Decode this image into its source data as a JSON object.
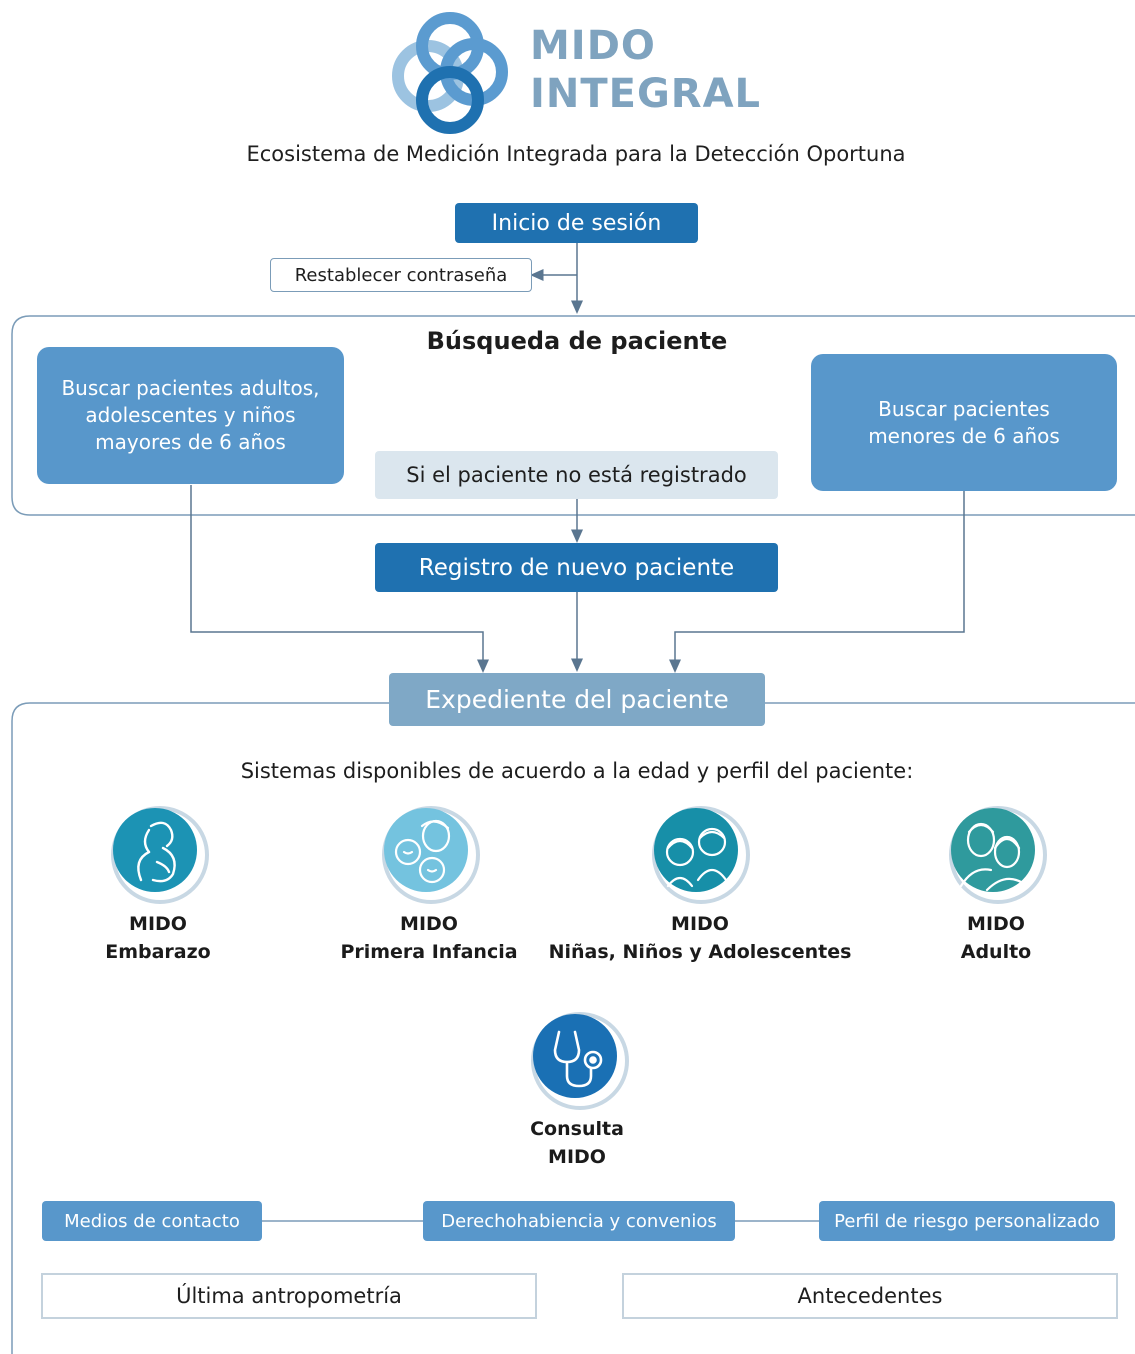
{
  "logo": {
    "name_line1": "MIDO",
    "name_line2": "INTEGRAL",
    "colors": {
      "light": "#9cc3e1",
      "mid": "#5b9bd0",
      "dark": "#1f71b0",
      "text": "#7fa3bf"
    }
  },
  "tagline": "Ecosistema de Medición Integrada para la Detección Oportuna",
  "flow": {
    "login": "Inicio de sesión",
    "reset_password": "Restablecer contraseña",
    "search": {
      "title": "Búsqueda de paciente",
      "adults": "Buscar pacientes adultos, adolescentes y niños mayores de 6 años",
      "children": "Buscar pacientes menores de 6 años",
      "not_registered": "Si el paciente no está registrado"
    },
    "register": "Registro de nuevo paciente",
    "record": "Expediente del paciente"
  },
  "systems": {
    "intro": "Sistemas disponibles de acuerdo a la edad y perfil del paciente:",
    "items": [
      {
        "line1": "MIDO",
        "line2": "Embarazo",
        "icon": "pregnancy-icon",
        "color": "#1c93b4"
      },
      {
        "line1": "MIDO",
        "line2": "Primera Infancia",
        "icon": "early-childhood-icon",
        "color": "#74c3df"
      },
      {
        "line1": "MIDO",
        "line2": "Niñas, Niños y Adolescentes",
        "icon": "children-adolescents-icon",
        "color": "#178fa8"
      },
      {
        "line1": "MIDO",
        "line2": "Adulto",
        "icon": "adult-icon",
        "color": "#2f9a9d"
      }
    ],
    "consult": {
      "line1": "Consulta",
      "line2": "MIDO",
      "icon": "stethoscope-icon",
      "color": "#1a70b4"
    }
  },
  "record_sections": {
    "contact": "Medios de contacto",
    "coverage": "Derechohabiencia y convenios",
    "risk": "Perfil de riesgo personalizado",
    "anthropometry": "Última antropometría",
    "history": "Antecedentes"
  },
  "colors": {
    "dark_blue": "#1f71b0",
    "medium_blue": "#5897cb",
    "steel_blue": "#7fa8c6",
    "pale_blue": "#dbe6ee",
    "line": "#6f8aa3"
  }
}
